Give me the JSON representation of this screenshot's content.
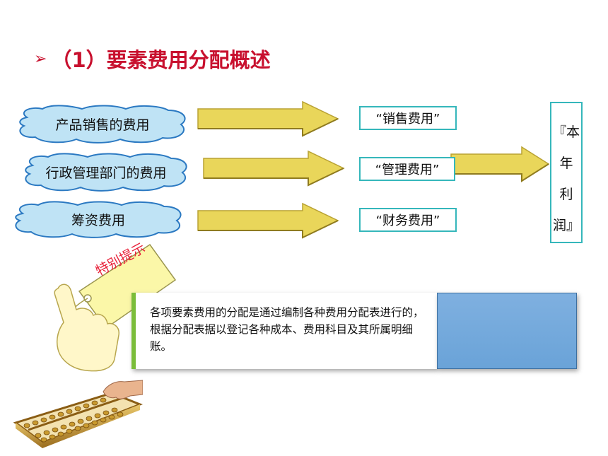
{
  "title": {
    "bullet": "➢",
    "text": "（1）要素费用分配概述"
  },
  "sources": [
    {
      "label": "产品销售的费用"
    },
    {
      "label": "行政管理部门的费用"
    },
    {
      "label": "筹资费用"
    }
  ],
  "expenses": [
    {
      "label": "“销售费用”"
    },
    {
      "label": "“管理费用”"
    },
    {
      "label": "“财务费用”"
    }
  ],
  "profit": {
    "chars": [
      "『本",
      "年",
      "利",
      "润』"
    ]
  },
  "tip": {
    "tag": "特别提示",
    "text": "各项要素费用的分配是通过编制各种费用分配表进行的，根据分配表据以登记各种成本、费用科目及其所属明细账。"
  },
  "colors": {
    "title": "#c8102e",
    "cloud_fill": "#bfe3f5",
    "cloud_stroke": "#2b79c2",
    "arrow_fill": "#e9d65a",
    "box_border": "#35b7bb",
    "tag_fill": "#fbf7a8",
    "tag_text": "#e8233b",
    "note_accent": "#7bbd3a",
    "note_side": "#6aa3d8"
  }
}
